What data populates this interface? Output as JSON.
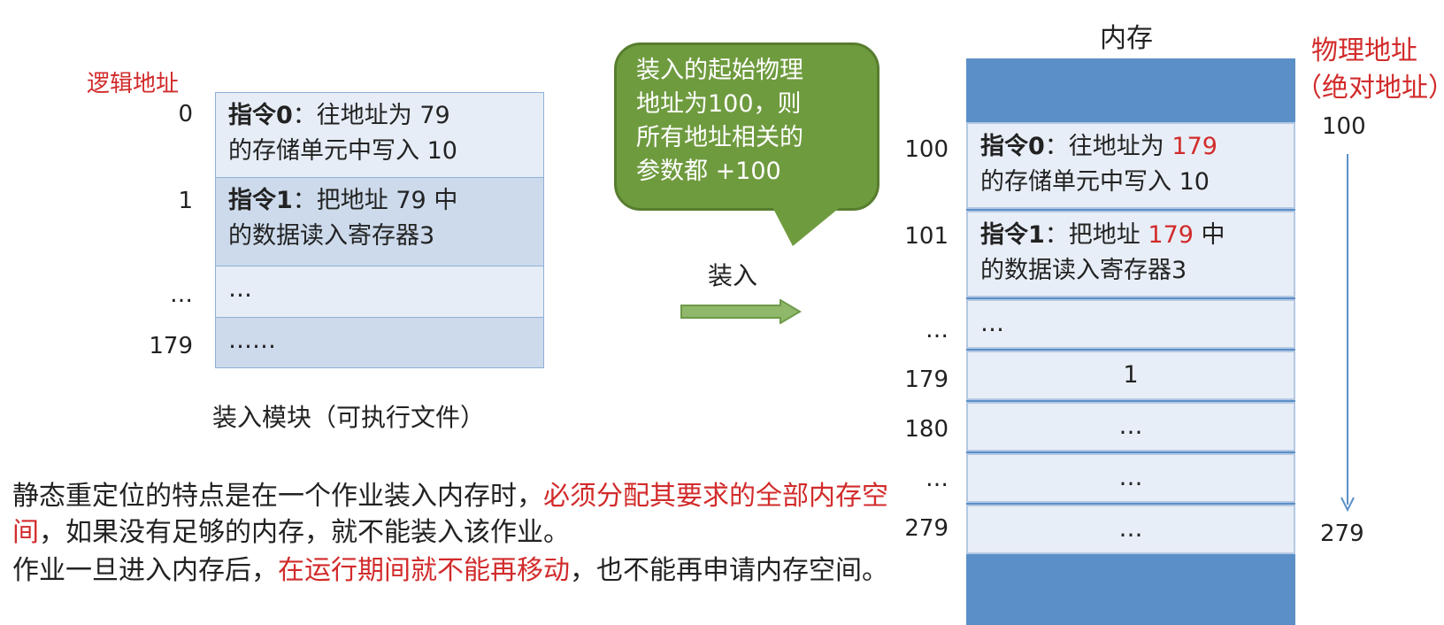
{
  "logical_address_label": "逻辑地址",
  "load_module": {
    "caption": "装入模块（可执行文件）",
    "rows": [
      {
        "addr": "0",
        "bold": "指令0",
        "text_1": "：往地址为 79",
        "text_2": "的存储单元中写入 10"
      },
      {
        "addr": "1",
        "bold": "指令1",
        "text_1": "：把地址 79 中",
        "text_2": "的数据读入寄存器3"
      },
      {
        "addr": "…",
        "text": "…"
      },
      {
        "addr": "179",
        "text": "……"
      }
    ]
  },
  "bubble": {
    "lines": [
      "装入的起始物理",
      "地址为100，则",
      "所有地址相关的",
      "参数都 +100"
    ]
  },
  "load_label": "装入",
  "memory": {
    "title": "内存",
    "rows": [
      {
        "addr": "100",
        "bold": "指令0",
        "pre": "：往地址为 ",
        "highlight": "179",
        "post": "",
        "line_2": "的存储单元中写入 10"
      },
      {
        "addr": "101",
        "bold": "指令1",
        "pre": "：把地址 ",
        "highlight": "179",
        "post": " 中",
        "line_2": "的数据读入寄存器3"
      },
      {
        "addr": "…",
        "text": "…"
      },
      {
        "addr": "179",
        "text": "1"
      },
      {
        "addr": "180",
        "text": "…"
      },
      {
        "addr": "…",
        "text": "…"
      },
      {
        "addr": "279",
        "text": "…"
      }
    ]
  },
  "physical_address": {
    "label_1": "物理地址",
    "label_2": "（绝对地址）",
    "start": "100",
    "end": "279"
  },
  "description": {
    "p1_a": "静态重定位的特点是在一个作业装入内存时，",
    "p1_red": "必须分配其要求的全部内存空间",
    "p1_b": "，如果没有足够的内存，就不能装入该作业。",
    "p2_a": "作业一旦进入内存后，",
    "p2_red": "在运行期间就不能再移动",
    "p2_b": "，也不能再申请内存空间。"
  },
  "colors": {
    "accent_red": "#d22b2b",
    "bubble_green": "#6f9b3f",
    "memory_blue": "#5b8fc7",
    "arrow_green": "#8fb86a"
  }
}
